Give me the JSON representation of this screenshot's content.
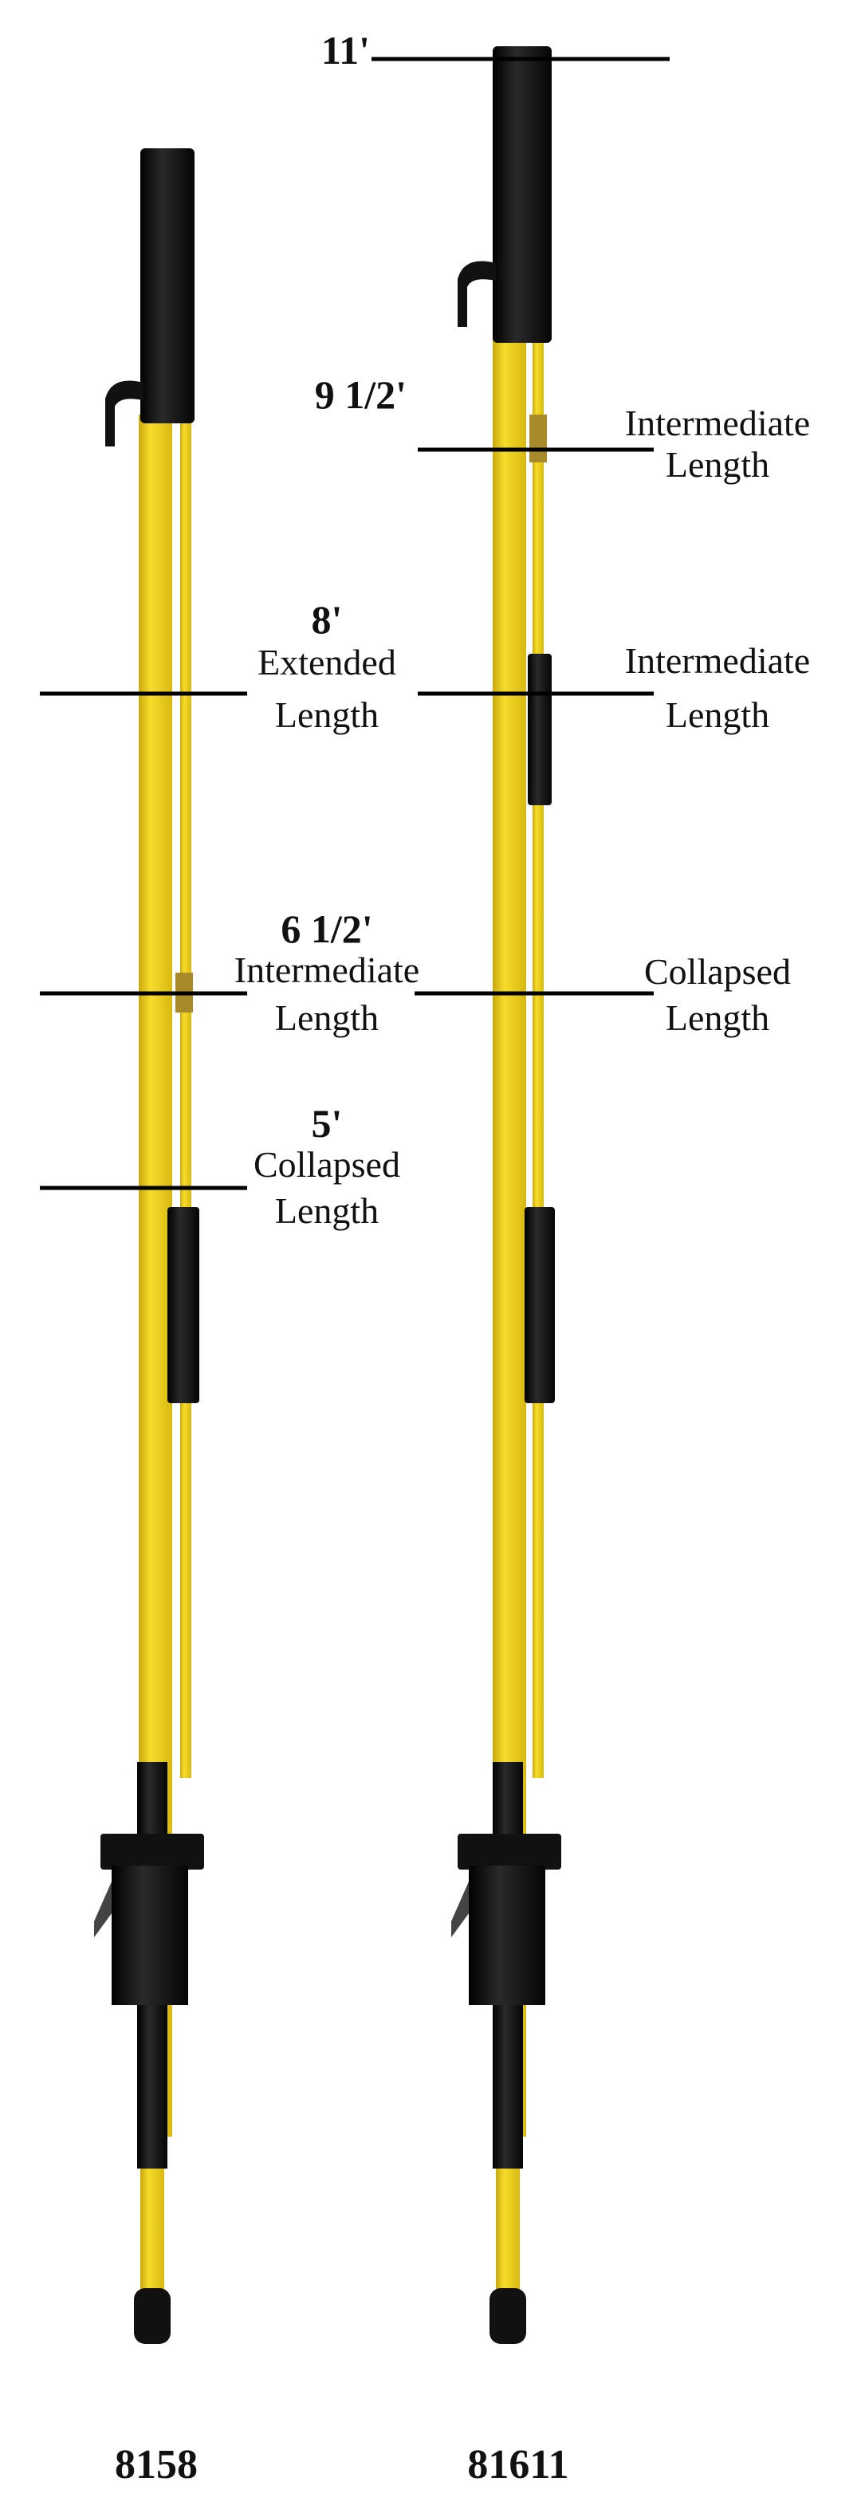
{
  "colors": {
    "pole_yellow": "#f2d21a",
    "pole_shade": "#c9a80c",
    "black": "#111111",
    "background": "#ffffff"
  },
  "left_pole": {
    "model": "8158",
    "markers": [
      {
        "value": "8'",
        "line1": "Extended",
        "line2": "Length"
      },
      {
        "value": "6 1/2'",
        "line1": "Intermediate",
        "line2": "Length"
      },
      {
        "value": "5'",
        "line1": "Collapsed",
        "line2": "Length"
      }
    ]
  },
  "right_pole": {
    "model": "81611",
    "top_value": "11'",
    "markers": [
      {
        "value": "9 1/2'",
        "line1": "Intermediate",
        "line2": "Length"
      },
      {
        "line1": "Intermediate",
        "line2": "Length"
      },
      {
        "line1": "Collapsed",
        "line2": "Length"
      }
    ]
  }
}
